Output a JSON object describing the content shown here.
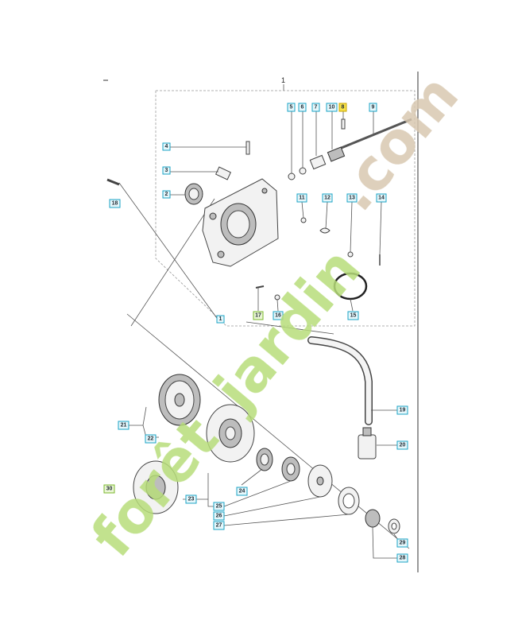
{
  "assembly_label": "1",
  "callouts": [
    {
      "n": "1"
    },
    {
      "n": "2"
    },
    {
      "n": "3"
    },
    {
      "n": "4"
    },
    {
      "n": "5"
    },
    {
      "n": "6"
    },
    {
      "n": "7"
    },
    {
      "n": "8"
    },
    {
      "n": "9"
    },
    {
      "n": "10"
    },
    {
      "n": "11"
    },
    {
      "n": "12"
    },
    {
      "n": "13"
    },
    {
      "n": "14"
    },
    {
      "n": "15"
    },
    {
      "n": "16"
    },
    {
      "n": "17"
    },
    {
      "n": "18"
    },
    {
      "n": "19"
    },
    {
      "n": "20"
    },
    {
      "n": "21"
    },
    {
      "n": "22"
    },
    {
      "n": "23"
    },
    {
      "n": "24"
    },
    {
      "n": "25"
    },
    {
      "n": "26"
    },
    {
      "n": "27"
    },
    {
      "n": "28"
    },
    {
      "n": "29"
    },
    {
      "n": "30"
    }
  ],
  "highlighted_callout": "8",
  "watermark": {
    "text_part1": "forêt",
    "text_part2": "jardin",
    "text_part3": ".com",
    "color_green": "#b7dd7a",
    "color_orange": "#f3a63a",
    "color_brown": "#d8c8b0"
  },
  "colors": {
    "callout_fill": "#e6f7fb",
    "callout_border": "#1ba3c6",
    "highlight": "#f7e24a"
  }
}
